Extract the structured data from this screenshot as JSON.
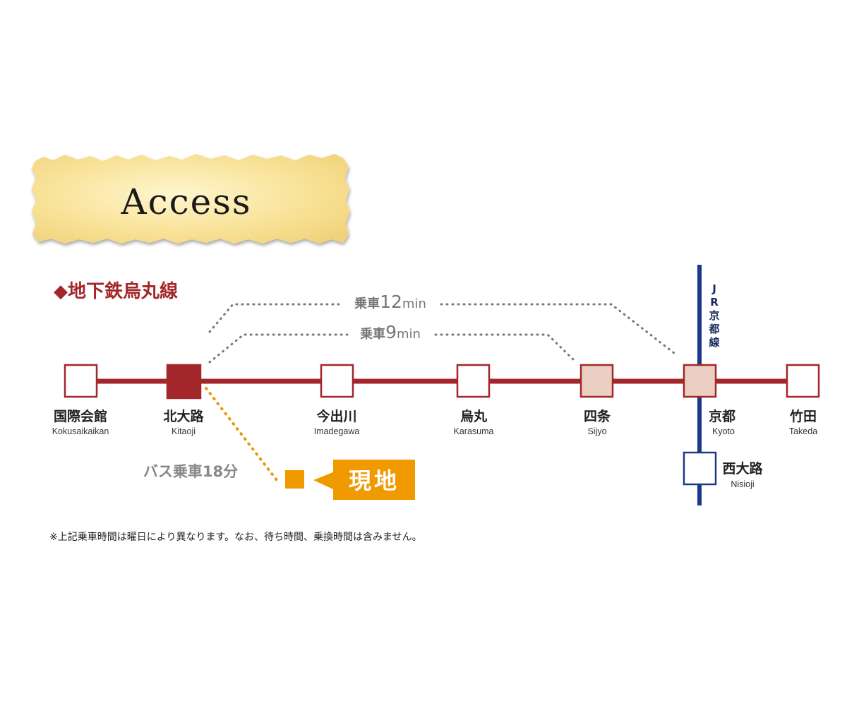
{
  "title": "Access",
  "line": {
    "name": "◆地下鉄烏丸線",
    "color": "#a3262a"
  },
  "jr_line": {
    "chars": [
      "J",
      "R",
      "京",
      "都",
      "線"
    ],
    "color": "#1b3a8a"
  },
  "stations": [
    {
      "id": "kokusaikaikan",
      "jp": "国際会館",
      "en": "Kokusaikaikan",
      "style": "normal"
    },
    {
      "id": "kitaoji",
      "jp": "北大路",
      "en": "Kitaoji",
      "style": "origin"
    },
    {
      "id": "imadegawa",
      "jp": "今出川",
      "en": "Imadegawa",
      "style": "normal"
    },
    {
      "id": "karasuma",
      "jp": "烏丸",
      "en": "Karasuma",
      "style": "normal"
    },
    {
      "id": "sijyo",
      "jp": "四条",
      "en": "Sijyo",
      "style": "destination"
    },
    {
      "id": "kyoto",
      "jp": "京都",
      "en": "Kyoto",
      "style": "destination"
    },
    {
      "id": "takeda",
      "jp": "竹田",
      "en": "Takeda",
      "style": "normal"
    }
  ],
  "jr_station": {
    "jp": "西大路",
    "en": "Nisioji"
  },
  "rides": [
    {
      "prefix": "乗車",
      "num": "12",
      "unit": "min",
      "to": "kyoto"
    },
    {
      "prefix": "乗車",
      "num": "9",
      "unit": "min",
      "to": "sijyo"
    }
  ],
  "bus": {
    "label": "バス乗車18分"
  },
  "site": {
    "label": "現地",
    "color": "#f09a00"
  },
  "note": "※上記乗車時間は曜日により異なります。なお、待ち時間、乗換時間は含みません。"
}
